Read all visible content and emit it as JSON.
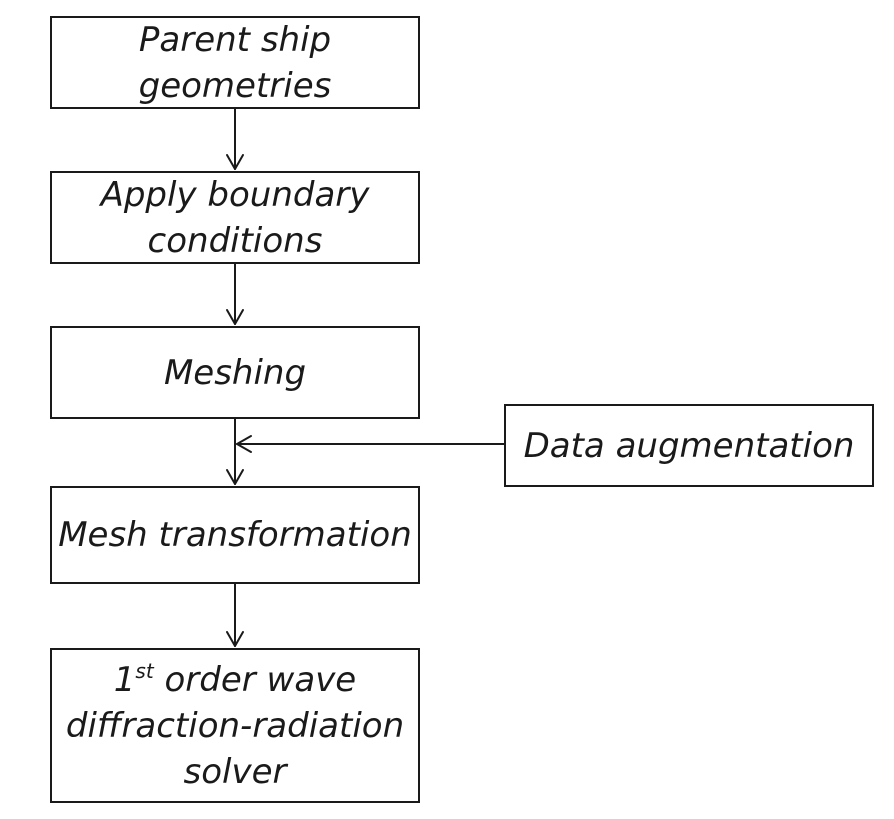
{
  "diagram": {
    "steps": [
      {
        "lines": [
          "Parent ship",
          "geometries"
        ]
      },
      {
        "lines": [
          "Apply boundary",
          "conditions"
        ]
      },
      {
        "lines": [
          "Meshing"
        ]
      },
      {
        "lines": [
          "Mesh transformation"
        ]
      },
      {
        "line1_prefix": "1",
        "line1_sup": "st",
        "line1_rest": " order wave",
        "lines": [
          "diffraction-radiation",
          "solver"
        ]
      }
    ],
    "side_input": {
      "label": "Data augmentation"
    }
  },
  "colors": {
    "stroke": "#1a1a1a",
    "background": "#ffffff"
  }
}
